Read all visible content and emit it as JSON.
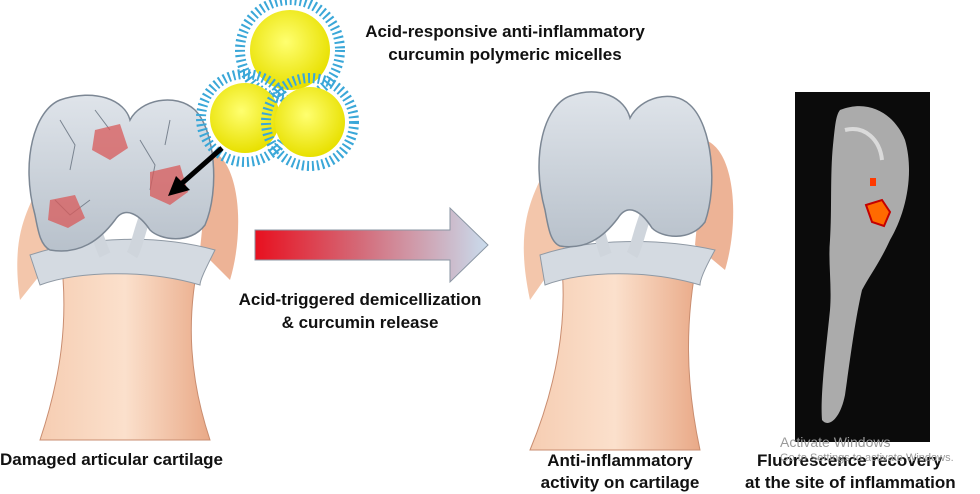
{
  "title_lines": [
    "Acid-responsive anti-inflammatory",
    "curcumin polymeric micelles"
  ],
  "process_lines": [
    "Acid-triggered demicellization",
    "& curcumin release"
  ],
  "left_caption": "Damaged articular cartilage",
  "middle_caption_lines": [
    "Anti-inflammatory",
    "activity on cartilage"
  ],
  "right_caption_lines": [
    "Fluorescence recovery",
    "at the site of inflammation"
  ],
  "watermark_lines": [
    "Activate Windows",
    "Go to Settings to activate Windows."
  ],
  "colors": {
    "arrow_start": "#e8101f",
    "arrow_end": "#c9dced",
    "micelle_core": "#f2f020",
    "micelle_corona": "#3aa7d8",
    "lesion": "#d85a5a",
    "bone": "#f3c3a4",
    "cartilage": "#c9d0d8"
  }
}
